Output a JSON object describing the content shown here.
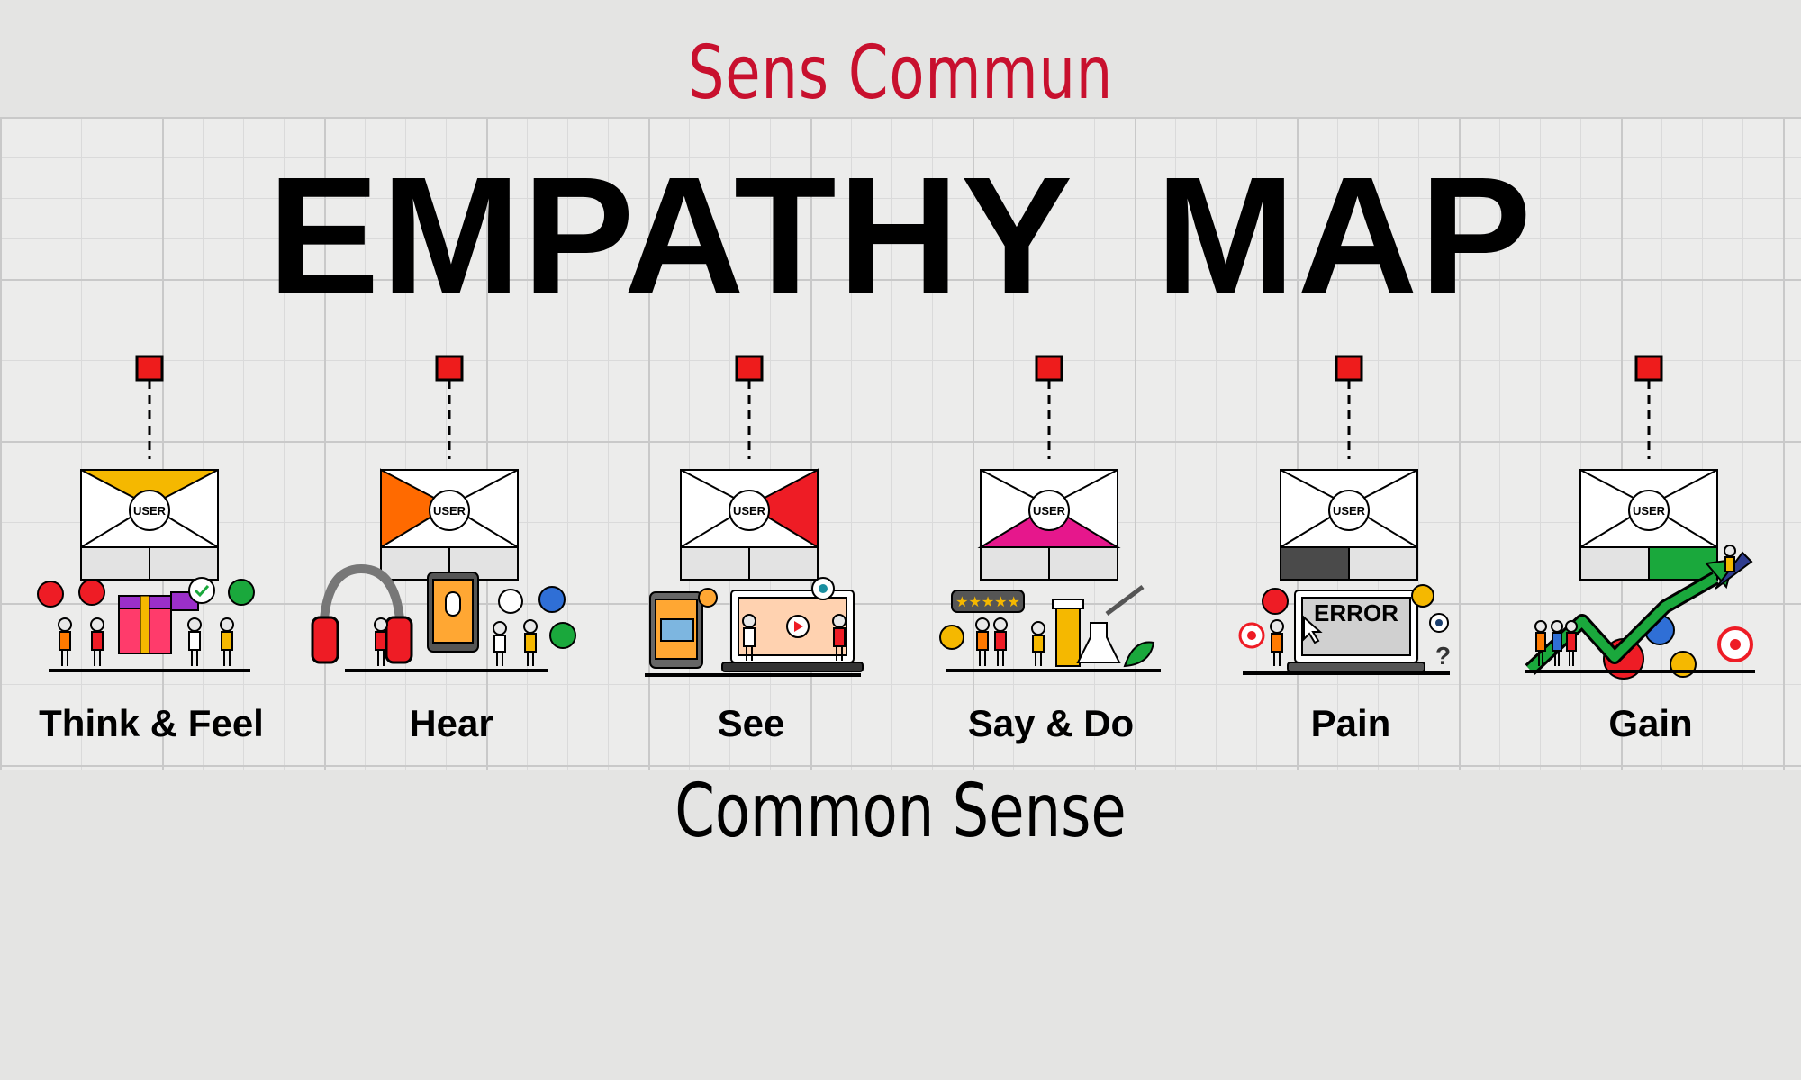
{
  "header": {
    "brand_top": "Sens Commun",
    "brand_top_color": "#c8102e",
    "title": "EMPATHY MAP",
    "brand_bottom": "Common Sense"
  },
  "sections": [
    {
      "label": "Think & Feel",
      "badge": "USER",
      "accent": "#f5b800",
      "icon": "gift-icon"
    },
    {
      "label": "Hear",
      "badge": "USER",
      "accent": "#ff6a00",
      "icon": "headphones-icon"
    },
    {
      "label": "See",
      "badge": "USER",
      "accent": "#ee1c25",
      "icon": "eye-icon"
    },
    {
      "label": "Say & Do",
      "badge": "USER",
      "accent": "#e6178c",
      "icon": "speech-bubble-icon"
    },
    {
      "label": "Pain",
      "badge": "USER",
      "accent": "#4a4a4a",
      "icon": "error-screen-icon",
      "screen_text": "ERROR"
    },
    {
      "label": "Gain",
      "badge": "USER",
      "accent": "#1aa83c",
      "icon": "growth-chart-icon"
    }
  ]
}
